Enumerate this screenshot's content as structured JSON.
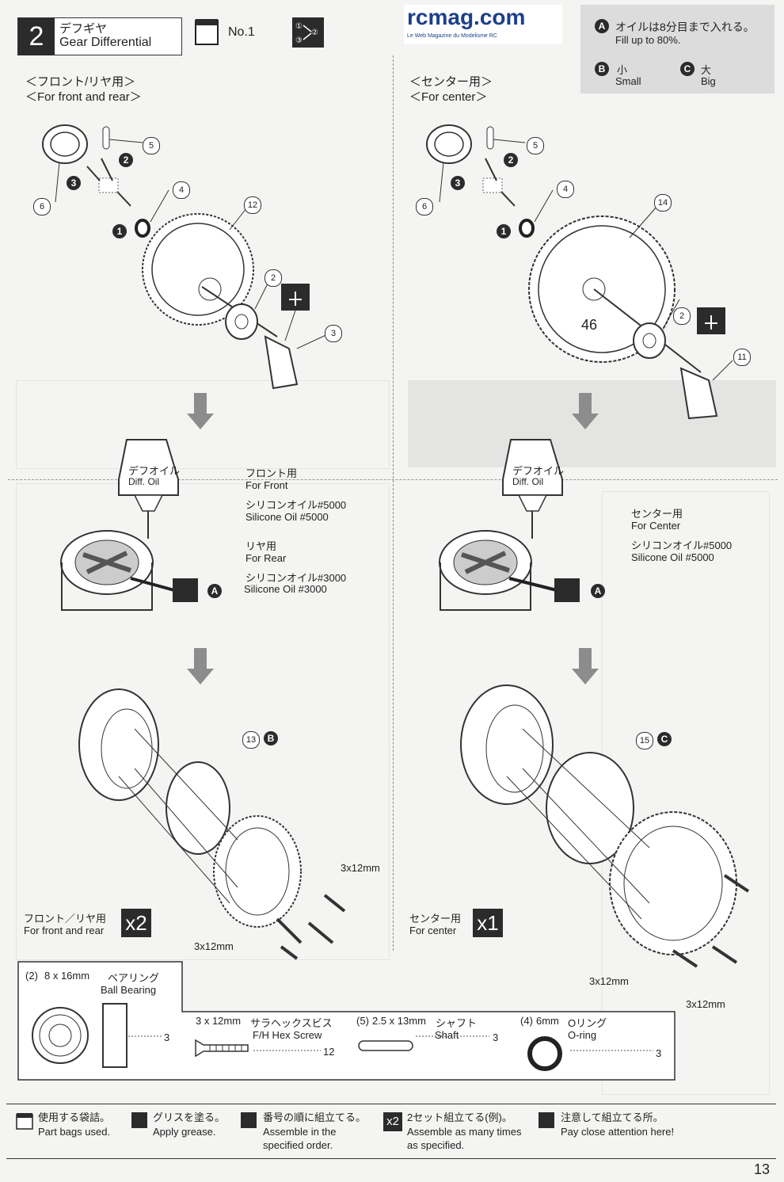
{
  "step": {
    "number": "2",
    "title_jp": "デフギヤ",
    "title_en": "Gear Differential"
  },
  "bag": {
    "label": "No.1"
  },
  "logo": {
    "text": "rcmag.com",
    "sub": "Le Web Magazine du Modelisme RC"
  },
  "notes": {
    "a_badge": "A",
    "a_jp": "オイルは8分目まで入れる。",
    "a_en": "Fill up to 80%.",
    "b_badge": "B",
    "b_jp": "小",
    "b_en": "Small",
    "c_badge": "C",
    "c_jp": "大",
    "c_en": "Big"
  },
  "left": {
    "header_jp": "＜フロント/リヤ用＞",
    "header_en": "＜For front and rear＞",
    "oil_jp": "デフオイル",
    "oil_en": "Diff. Oil",
    "front_jp": "フロント用",
    "front_en": "For Front",
    "front_oil_jp": "シリコンオイル#5000",
    "front_oil_en": "Silicone Oil #5000",
    "rear_jp": "リヤ用",
    "rear_en": "For Rear",
    "rear_oil_jp": "シリコンオイル#3000",
    "rear_oil_en": "Silicone Oil #3000",
    "set_jp": "フロント／リヤ用",
    "set_en": "For front and rear",
    "set_badge": "x2",
    "screw1": "3x12mm",
    "screw2": "3x12mm",
    "callouts": {
      "c5": "5",
      "c4": "4",
      "c6": "6",
      "c12": "12",
      "c2": "2",
      "c3": "3",
      "c13": "13",
      "n1": "1",
      "n2": "2",
      "n3": "3"
    }
  },
  "right": {
    "header_jp": "＜センター用＞",
    "header_en": "＜For center＞",
    "oil_jp": "デフオイル",
    "oil_en": "Diff. Oil",
    "center_jp": "センター用",
    "center_en": "For Center",
    "center_oil_jp": "シリコンオイル#5000",
    "center_oil_en": "Silicone Oil #5000",
    "set_jp": "センター用",
    "set_en": "For center",
    "set_badge": "x1",
    "gear_teeth": "46",
    "screw1": "3x12mm",
    "screw2": "3x12mm",
    "callouts": {
      "c5": "5",
      "c4": "4",
      "c6": "6",
      "c14": "14",
      "c2": "2",
      "c11": "11",
      "c15": "15",
      "n1": "1",
      "n2": "2",
      "n3": "3"
    }
  },
  "parts": {
    "bearing_num": "2",
    "bearing_size": "8 x 16mm",
    "bearing_jp": "ベアリング",
    "bearing_en": "Ball Bearing",
    "bearing_qty": "3",
    "screw_size": "3 x 12mm",
    "screw_jp": "サラヘックスビス",
    "screw_en": "F/H Hex Screw",
    "screw_qty": "12",
    "shaft_num": "5",
    "shaft_size": "2.5 x 13mm",
    "shaft_jp": "シャフト",
    "shaft_en": "Shaft",
    "shaft_qty": "3",
    "oring_num": "4",
    "oring_size": "6mm",
    "oring_jp": "Oリング",
    "oring_en": "O-ring",
    "oring_qty": "3"
  },
  "legend": [
    {
      "jp": "使用する袋詰。",
      "en": "Part bags used."
    },
    {
      "jp": "グリスを塗る。",
      "en": "Apply grease."
    },
    {
      "jp": "番号の順に組立てる。",
      "en": "Assemble in the specified order."
    },
    {
      "jp": "2セット組立てる(例)。",
      "en": "Assemble as many times as specified.",
      "badge": "x2"
    },
    {
      "jp": "注意して組立てる所。",
      "en": "Pay close attention here!"
    }
  ],
  "page_number": "13"
}
